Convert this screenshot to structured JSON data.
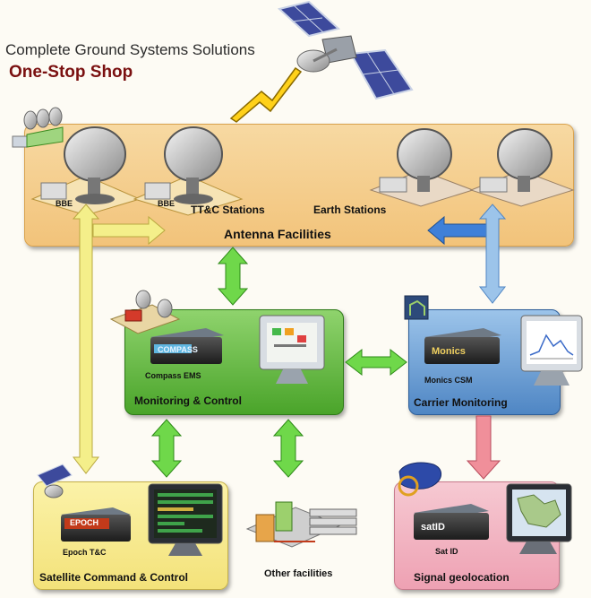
{
  "header": {
    "title": "Complete Ground Systems Solutions",
    "subtitle": "One-Stop Shop"
  },
  "antenna": {
    "title": "Antenna Facilities",
    "bbe_left_1": "BBE",
    "bbe_left_2": "BBE",
    "ttc_label": "TT&C Stations",
    "earth_label": "Earth Stations"
  },
  "monitoring": {
    "title": "Monitoring & Control",
    "device_label": "Compass EMS",
    "device_brand": "COMPASS"
  },
  "carrier": {
    "title": "Carrier Monitoring",
    "device_label": "Monics CSM",
    "device_brand": "Monics"
  },
  "satcmd": {
    "title": "Satellite Command & Control",
    "device_label": "Epoch T&C",
    "device_brand": "EPOCH"
  },
  "other": {
    "title": "Other facilities"
  },
  "geo": {
    "title": "Signal geolocation",
    "device_label": "Sat ID",
    "device_brand": "satID"
  },
  "colors": {
    "antenna_panel": "#f2c37a",
    "mc_panel": "#4aa42a",
    "cm_panel": "#4f86c4",
    "sc_panel": "#f3e27a",
    "sg_panel": "#eea1b3",
    "arrow_green": "#6fd84a",
    "arrow_yellow": "#f4ef8a",
    "arrow_blue": "#9cc4ea",
    "arrow_red": "#f08f9a"
  }
}
